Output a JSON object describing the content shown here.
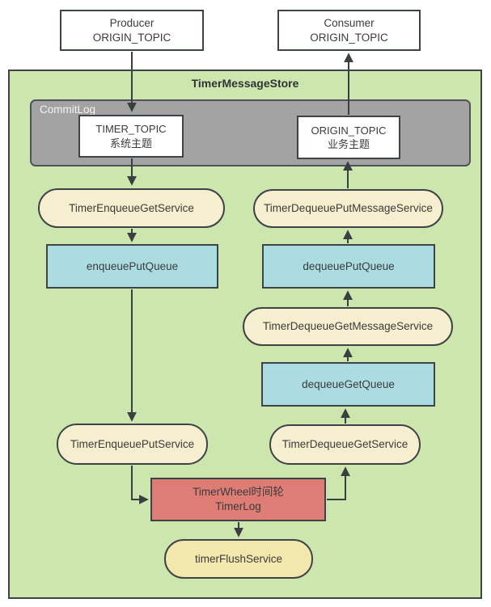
{
  "colors": {
    "container_green": "#cde6ae",
    "commitlog_gray": "#a3a3a3",
    "service_beige": "#f6efcf",
    "queue_cyan": "#abdce2",
    "timerwheel_red": "#de7d75",
    "flush_yellow": "#f2e7ad",
    "border_dark": "#3e4347",
    "text_dark": "#3b3b3b"
  },
  "external": {
    "producer_line1": "Producer",
    "producer_line2": "ORIGIN_TOPIC",
    "consumer_line1": "Consumer",
    "consumer_line2": "ORIGIN_TOPIC"
  },
  "store": {
    "title": "TimerMessageStore",
    "commitlog": {
      "label": "CommitLog",
      "timer_topic_line1": "TIMER_TOPIC",
      "timer_topic_line2": "系统主题",
      "origin_topic_line1": "ORIGIN_TOPIC",
      "origin_topic_line2": "业务主题"
    },
    "nodes": {
      "timer_enqueue_get_service": "TimerEnqueueGetService",
      "timer_dequeue_put_message_service": "TimerDequeuePutMessageService",
      "enqueue_put_queue": "enqueuePutQueue",
      "dequeue_put_queue": "dequeuePutQueue",
      "timer_dequeue_get_message_service": "TimerDequeueGetMessageService",
      "dequeue_get_queue": "dequeueGetQueue",
      "timer_enqueue_put_service": "TimerEnqueuePutService",
      "timer_dequeue_get_service": "TimerDequeueGetService",
      "timer_wheel_line1": "TimerWheel时间轮",
      "timer_wheel_line2": "TimerLog",
      "timer_flush_service": "timerFlushService"
    }
  }
}
